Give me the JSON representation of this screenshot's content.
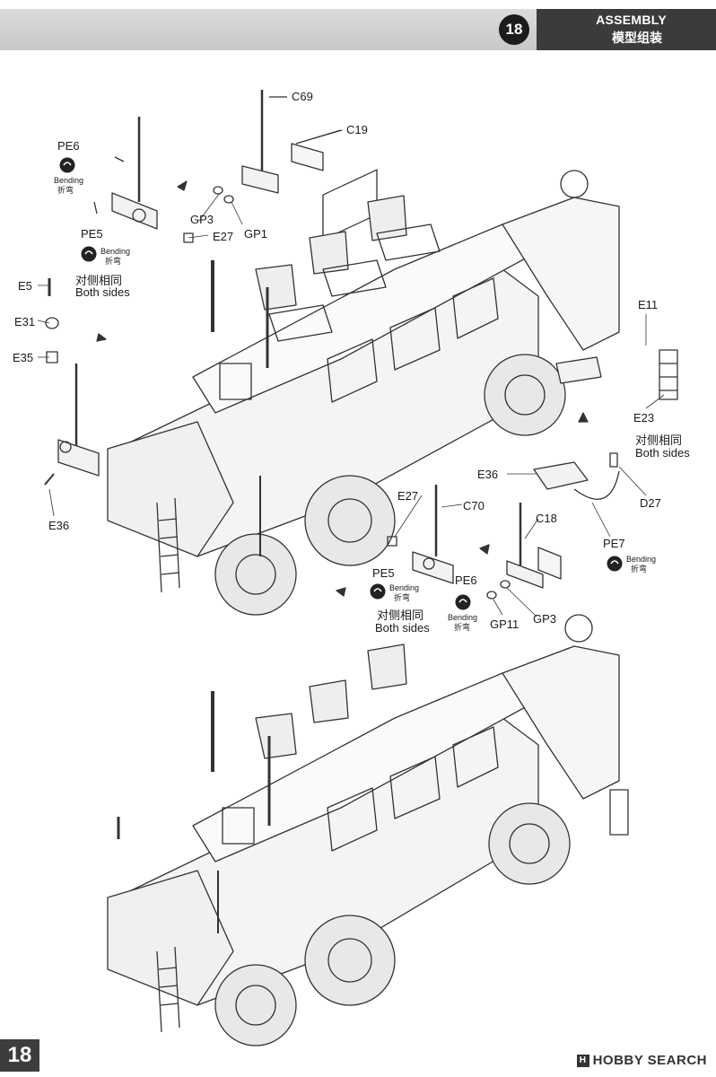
{
  "header": {
    "step_number": "18",
    "title_en": "ASSEMBLY",
    "title_cn": "模型组装"
  },
  "footer": {
    "page_number": "18",
    "watermark": "HOBBY SEARCH"
  },
  "labels": {
    "c69": "C69",
    "c19": "C19",
    "pe6_top": "PE6",
    "bending": "Bending",
    "bending_cn": "折弯",
    "gp3_top": "GP3",
    "gp1": "GP1",
    "pe5_top": "PE5",
    "e27_top": "E27",
    "both_cn": "对侧相同",
    "both_en": "Both sides",
    "e5": "E5",
    "e31": "E31",
    "e35": "E35",
    "e36_left": "E36",
    "e11": "E11",
    "e23": "E23",
    "e36_right": "E36",
    "d27": "D27",
    "pe7": "PE7",
    "e27_mid": "E27",
    "c70": "C70",
    "c18": "C18",
    "pe5_mid": "PE5",
    "pe6_mid": "PE6",
    "gp11": "GP11",
    "gp3_mid": "GP3"
  },
  "colors": {
    "header_band": "#c8c8c8",
    "header_dark": "#3b3b3b",
    "line_art": "#333333"
  }
}
